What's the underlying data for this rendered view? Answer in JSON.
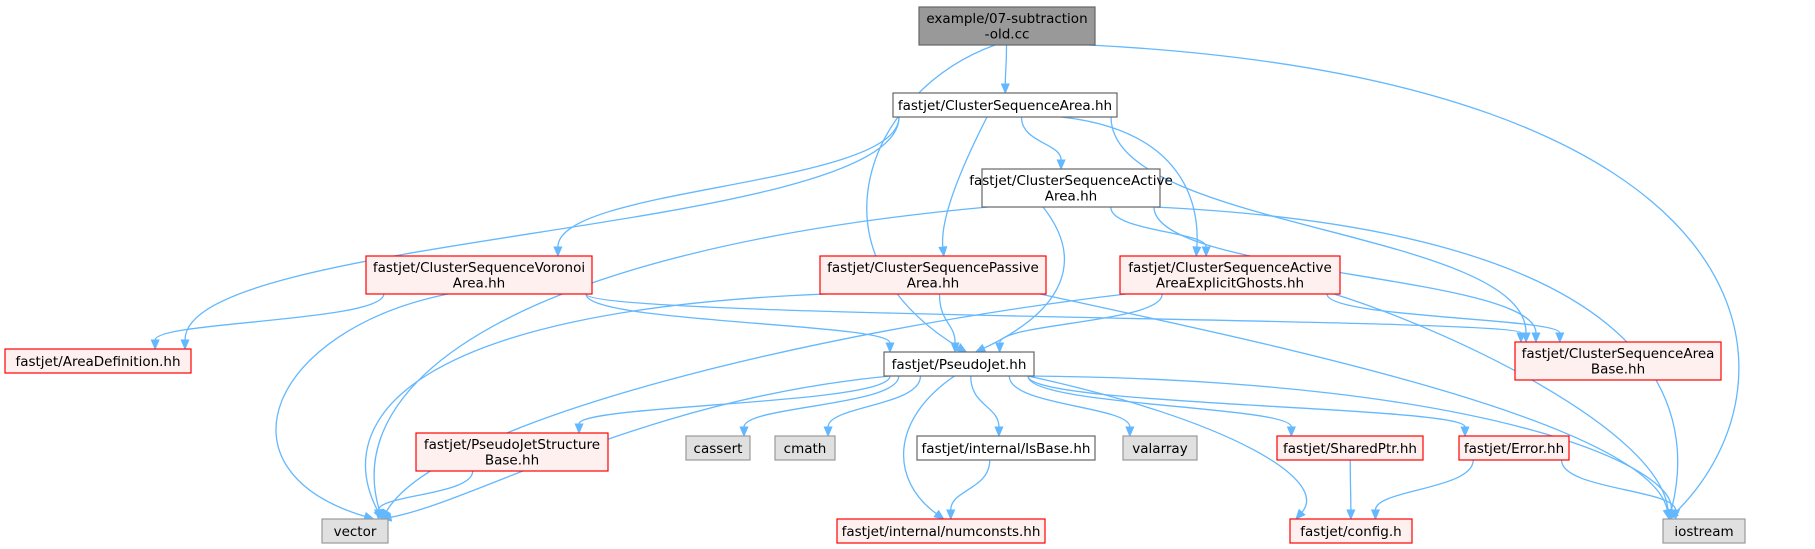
{
  "colors": {
    "edge": "#63b8ff",
    "root_fill": "#999999",
    "root_stroke": "#666666",
    "normal_fill": "#ffffff",
    "normal_stroke": "#666666",
    "red_fill": "#fff0f0",
    "red_stroke": "#ff0000",
    "system_fill": "#e0e0e0",
    "system_stroke": "#999999"
  },
  "nodes": [
    {
      "id": "root",
      "kind": "root",
      "lines": [
        "example/07-subtraction",
        "-old.cc"
      ]
    },
    {
      "id": "csa",
      "kind": "normal",
      "lines": [
        "fastjet/ClusterSequenceArea.hh"
      ]
    },
    {
      "id": "csaa",
      "kind": "normal",
      "lines": [
        "fastjet/ClusterSequenceActive",
        "Area.hh"
      ]
    },
    {
      "id": "csva",
      "kind": "red",
      "lines": [
        "fastjet/ClusterSequenceVoronoi",
        "Area.hh"
      ]
    },
    {
      "id": "cspa",
      "kind": "red",
      "lines": [
        "fastjet/ClusterSequencePassive",
        "Area.hh"
      ]
    },
    {
      "id": "csaaeg",
      "kind": "red",
      "lines": [
        "fastjet/ClusterSequenceActive",
        "AreaExplicitGhosts.hh"
      ]
    },
    {
      "id": "areadef",
      "kind": "red",
      "lines": [
        "fastjet/AreaDefinition.hh"
      ]
    },
    {
      "id": "pseudojet",
      "kind": "normal",
      "lines": [
        "fastjet/PseudoJet.hh"
      ]
    },
    {
      "id": "csab",
      "kind": "red",
      "lines": [
        "fastjet/ClusterSequenceArea",
        "Base.hh"
      ]
    },
    {
      "id": "pjsb",
      "kind": "red",
      "lines": [
        "fastjet/PseudoJetStructure",
        "Base.hh"
      ]
    },
    {
      "id": "cassert",
      "kind": "system",
      "lines": [
        "cassert"
      ]
    },
    {
      "id": "cmath",
      "kind": "system",
      "lines": [
        "cmath"
      ]
    },
    {
      "id": "isbase",
      "kind": "normal",
      "lines": [
        "fastjet/internal/IsBase.hh"
      ]
    },
    {
      "id": "valarray",
      "kind": "system",
      "lines": [
        "valarray"
      ]
    },
    {
      "id": "sharedptr",
      "kind": "red",
      "lines": [
        "fastjet/SharedPtr.hh"
      ]
    },
    {
      "id": "error",
      "kind": "red",
      "lines": [
        "fastjet/Error.hh"
      ]
    },
    {
      "id": "vector",
      "kind": "system",
      "lines": [
        "vector"
      ]
    },
    {
      "id": "numconsts",
      "kind": "red",
      "lines": [
        "fastjet/internal/numconsts.hh"
      ]
    },
    {
      "id": "config",
      "kind": "red",
      "lines": [
        "fastjet/config.h"
      ]
    },
    {
      "id": "iostream",
      "kind": "system",
      "lines": [
        "iostream"
      ]
    }
  ],
  "edges": [
    [
      "root",
      "csa"
    ],
    [
      "root",
      "pseudojet"
    ],
    [
      "root",
      "iostream"
    ],
    [
      "csa",
      "csaa"
    ],
    [
      "csa",
      "csva"
    ],
    [
      "csa",
      "cspa"
    ],
    [
      "csa",
      "csaaeg"
    ],
    [
      "csa",
      "areadef"
    ],
    [
      "csa",
      "csab"
    ],
    [
      "csaa",
      "csaaeg"
    ],
    [
      "csaa",
      "pseudojet"
    ],
    [
      "csaa",
      "vector"
    ],
    [
      "csaa",
      "csab"
    ],
    [
      "csaa",
      "iostream"
    ],
    [
      "csva",
      "areadef"
    ],
    [
      "csva",
      "pseudojet"
    ],
    [
      "csva",
      "vector"
    ],
    [
      "csva",
      "csab"
    ],
    [
      "cspa",
      "pseudojet"
    ],
    [
      "cspa",
      "vector"
    ],
    [
      "cspa",
      "iostream"
    ],
    [
      "csaaeg",
      "pseudojet"
    ],
    [
      "csaaeg",
      "vector"
    ],
    [
      "csaaeg",
      "csab"
    ],
    [
      "csaaeg",
      "iostream"
    ],
    [
      "pseudojet",
      "pjsb"
    ],
    [
      "pseudojet",
      "cassert"
    ],
    [
      "pseudojet",
      "cmath"
    ],
    [
      "pseudojet",
      "isbase"
    ],
    [
      "pseudojet",
      "valarray"
    ],
    [
      "pseudojet",
      "sharedptr"
    ],
    [
      "pseudojet",
      "error"
    ],
    [
      "pseudojet",
      "vector"
    ],
    [
      "pseudojet",
      "numconsts"
    ],
    [
      "pseudojet",
      "config"
    ],
    [
      "pseudojet",
      "iostream"
    ],
    [
      "pjsb",
      "vector"
    ],
    [
      "isbase",
      "numconsts"
    ],
    [
      "sharedptr",
      "config"
    ],
    [
      "error",
      "config"
    ],
    [
      "error",
      "iostream"
    ]
  ]
}
